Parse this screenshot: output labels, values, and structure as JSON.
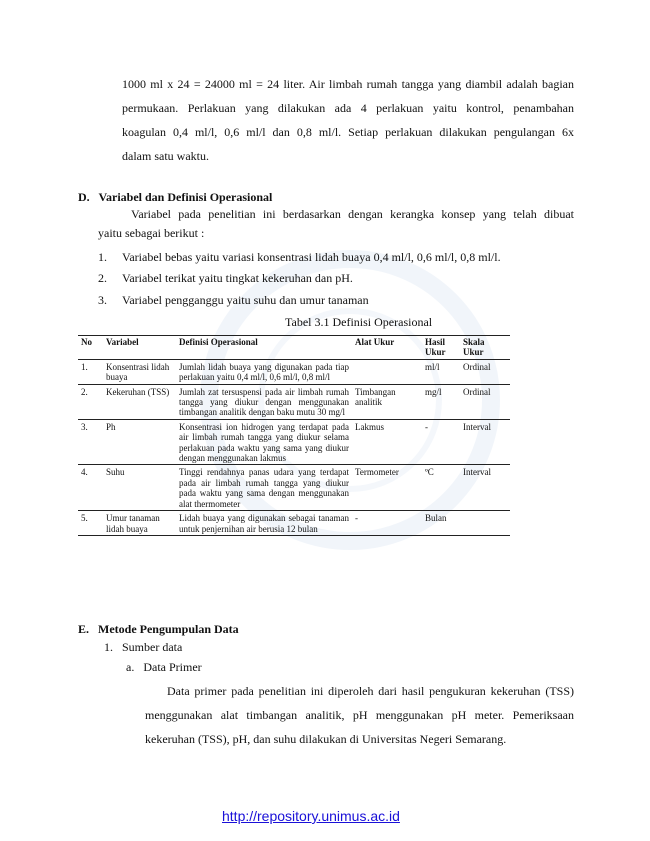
{
  "intro_lines": [
    "1000 ml x 24 = 24000 ml = 24 liter. Air limbah rumah tangga yang diambil adalah bagian",
    "permukaan. Perlakuan yang dilakukan ada 4 perlakuan yaitu kontrol, penambahan",
    "koagulan 0,4 ml/l, 0,6 ml/l dan 0,8 ml/l. Setiap perlakuan dilakukan pengulangan 6x",
    "dalam satu waktu."
  ],
  "section_d": {
    "heading": "D.   Variabel dan Definisi Operasional",
    "para_line1": "Variabel pada penelitian ini berdasarkan dengan kerangka konsep yang telah dibuat",
    "para_line2": "yaitu sebagai berikut :",
    "items": [
      {
        "num": "1.",
        "text": "Variabel bebas yaitu variasi konsentrasi lidah buaya 0,4 ml/l, 0,6 ml/l, 0,8 ml/l."
      },
      {
        "num": "2.",
        "text": "Variabel terikat yaitu tingkat kekeruhan dan pH."
      },
      {
        "num": "3.",
        "text": "Variabel pengganggu yaitu suhu dan umur tanaman"
      }
    ]
  },
  "table": {
    "caption": "Tabel 3.1 Definisi Operasional",
    "headers": {
      "no": "No",
      "variabel": "Variabel",
      "definisi": "Definisi Operasional",
      "alat": "Alat Ukur",
      "hasil": "Hasil Ukur",
      "skala": "Skala Ukur"
    },
    "rows": [
      {
        "no": "1.",
        "variabel": "Konsentrasi lidah buaya",
        "definisi": "Jumlah lidah buaya yang digunakan pada tiap perlakuan yaitu 0,4 ml/l, 0,6 ml/l, 0,8 ml/l",
        "alat": "",
        "hasil": "ml/l",
        "skala": "Ordinal"
      },
      {
        "no": "2.",
        "variabel": "Kekeruhan (TSS)",
        "definisi": "Jumlah zat tersuspensi pada air limbah rumah tangga yang diukur dengan menggunakan timbangan analitik dengan baku mutu 30 mg/l",
        "alat": "Timbangan analitik",
        "hasil": "mg/l",
        "skala": "Ordinal"
      },
      {
        "no": "3.",
        "variabel": "Ph",
        "definisi": "Konsentrasi ion hidrogen yang terdapat pada air limbah rumah tangga yang diukur selama perlakuan pada waktu yang sama yang diukur dengan menggunakan lakmus",
        "alat": "Lakmus",
        "hasil": "-",
        "skala": "Interval"
      },
      {
        "no": "4.",
        "variabel": "Suhu",
        "definisi": "Tinggi rendahnya panas udara yang terdapat pada air limbah rumah tangga yang diukur pada waktu yang sama dengan menggunakan alat thermometer",
        "alat": "Termometer",
        "hasil": "ºC",
        "skala": "Interval"
      },
      {
        "no": "5.",
        "variabel": "Umur tanaman lidah buaya",
        "definisi": "Lidah buaya yang digunakan sebagai tanaman untuk penjernihan air berusia 12 bulan",
        "alat": "-",
        "hasil": "Bulan",
        "skala": ""
      }
    ]
  },
  "section_e": {
    "heading": "E.   Metode Pengumpulan Data",
    "sub1": "1.   Sumber data",
    "sub_a": "a.   Data Primer",
    "para_lines": [
      "Data primer pada penelitian ini diperoleh dari hasil pengukuran kekeruhan (TSS)",
      "menggunakan alat timbangan analitik, pH menggunakan pH meter. Pemeriksaan",
      "kekeruhan (TSS), pH, dan suhu dilakukan di Universitas Negeri Semarang."
    ]
  },
  "footer": {
    "link_text": "http://repository.unimus.ac.id"
  }
}
